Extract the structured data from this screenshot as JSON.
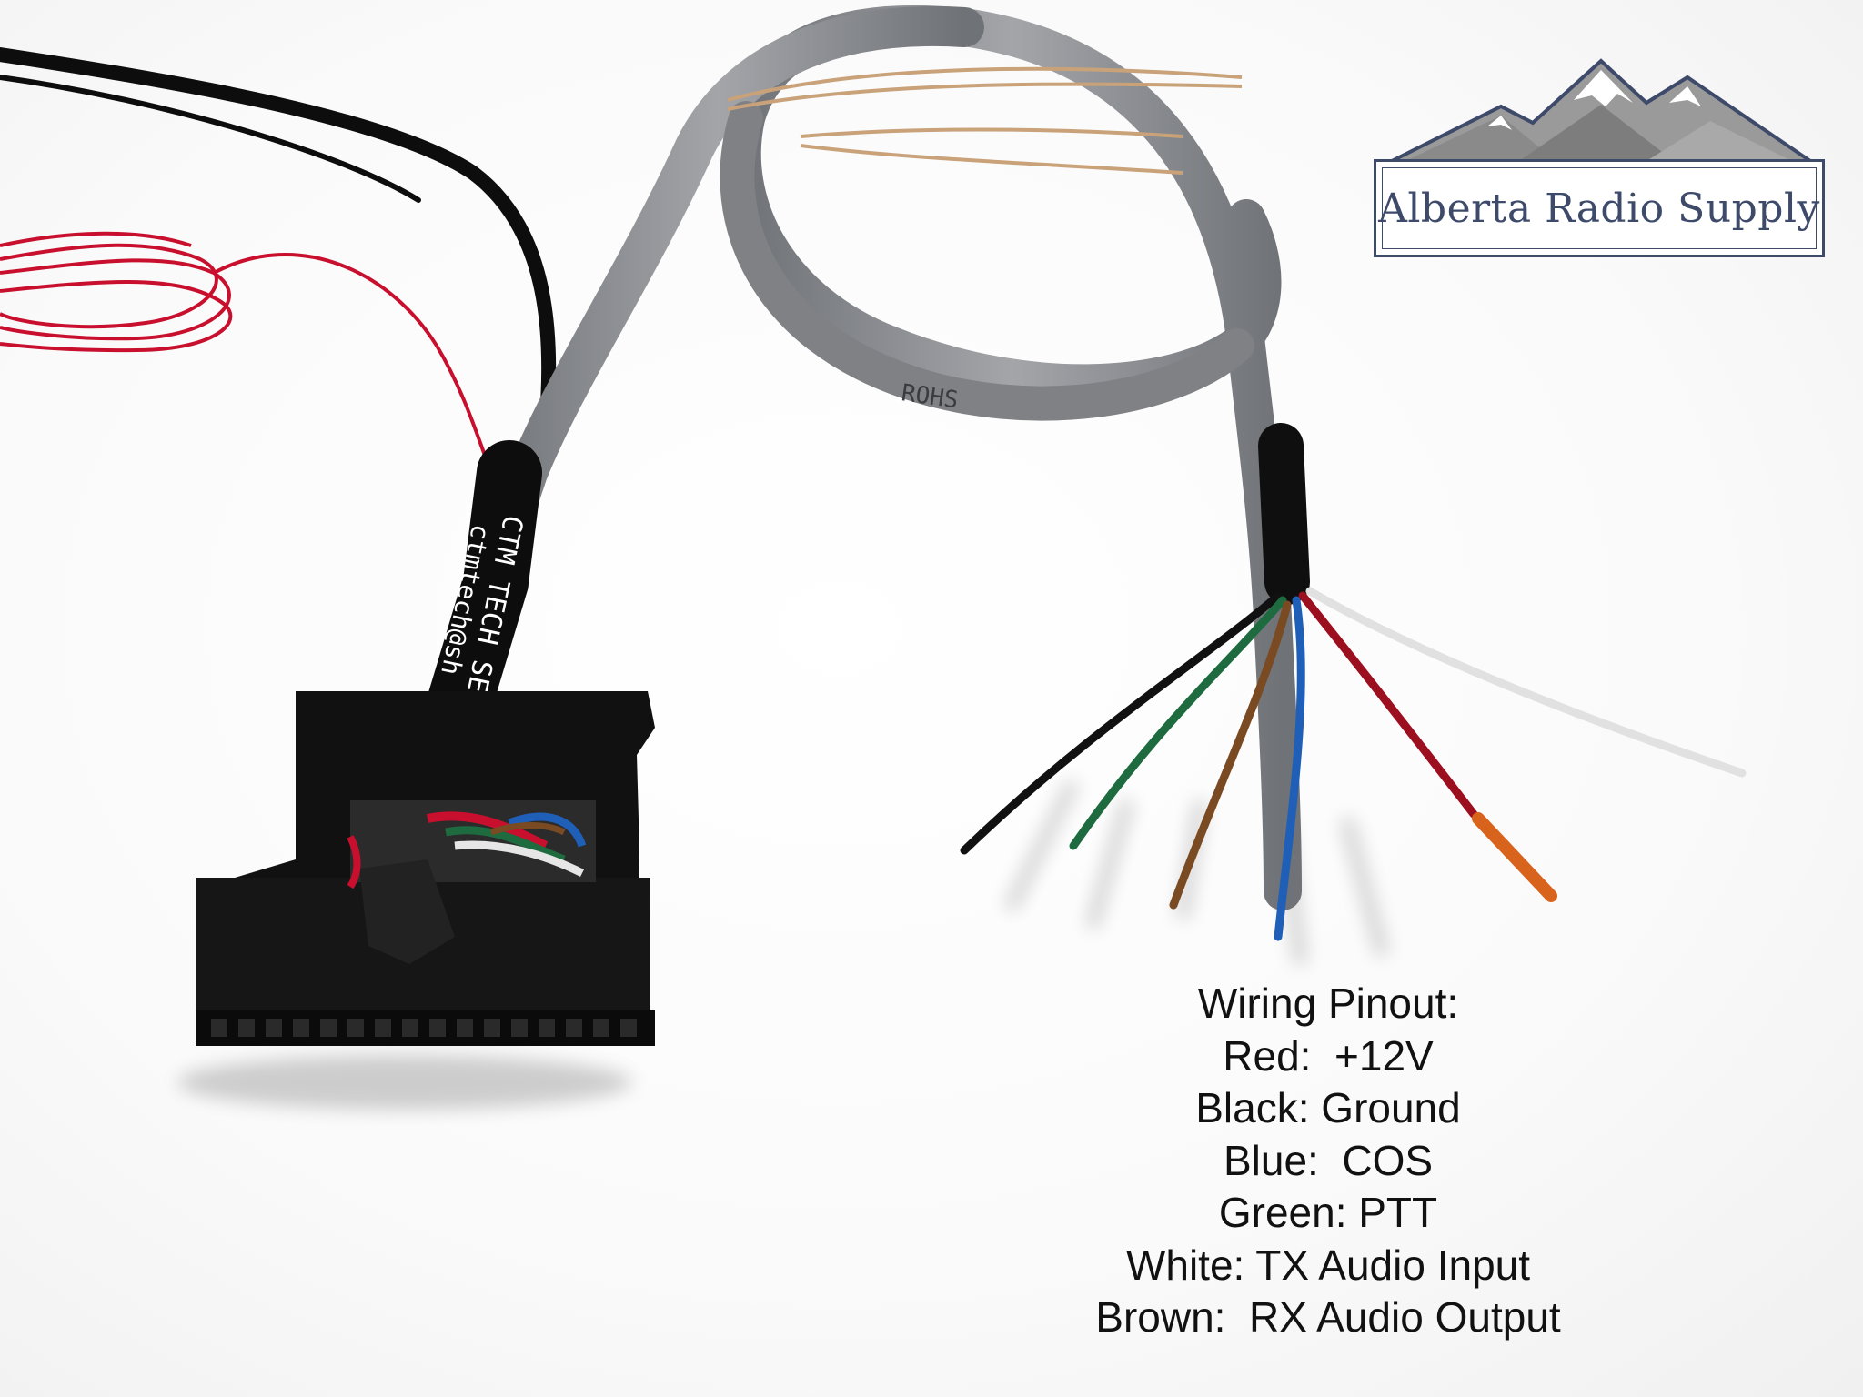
{
  "logo": {
    "text": "Alberta Radio Supply"
  },
  "pinout": {
    "title": "Wiring Pinout:",
    "lines": [
      "Red:  +12V",
      "Black: Ground",
      "Blue:  COS",
      "Green: PTT",
      "White: TX Audio Input",
      "Brown:  RX Audio Output"
    ]
  },
  "cable_print": {
    "sleeve_line1": "CTM TECH SERVICES",
    "sleeve_line2": "ctmtech@sh",
    "jacket": "ROHS"
  },
  "colors": {
    "red": "#c8102e",
    "black": "#111111",
    "blue": "#1f5fb8",
    "green": "#1e6b3f",
    "white": "#e6e6e6",
    "brown": "#7a4a22",
    "grey_cable": "#8f9195",
    "logo_navy": "#3e4a6a"
  }
}
